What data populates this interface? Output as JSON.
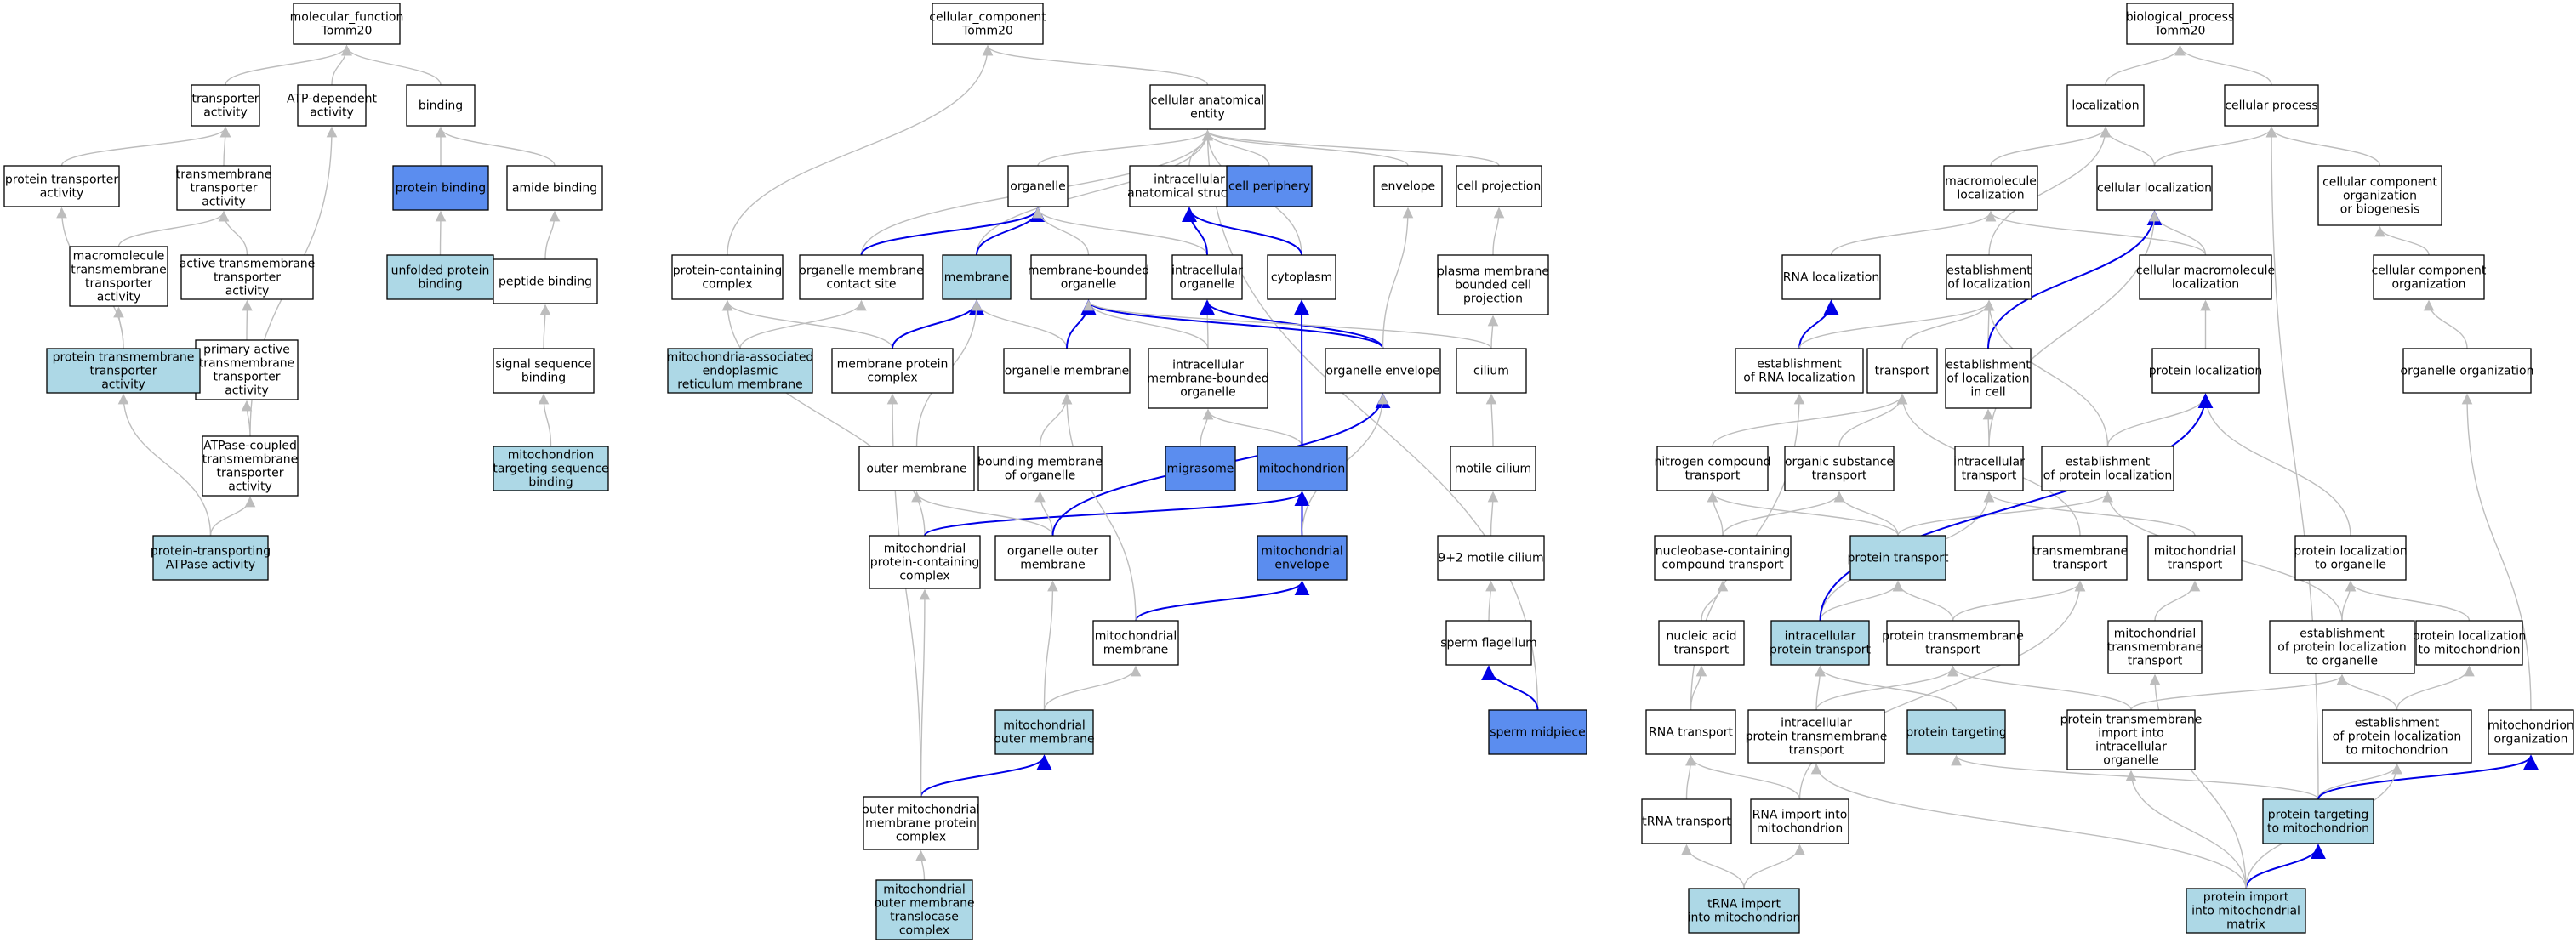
{
  "colors": {
    "default_fill": "#ffffff",
    "highlight_dark": "#5b8def",
    "highlight_light": "#add8e6",
    "edge_gray": "#bdbdbd",
    "edge_blue": "#0000e6",
    "node_border": "#000000"
  },
  "nodes": [
    {
      "id": "mf",
      "lines": [
        "molecular_function",
        "Tomm20"
      ],
      "style": "default"
    },
    {
      "id": "transporter",
      "lines": [
        "transporter",
        "activity"
      ],
      "style": "default"
    },
    {
      "id": "atpdep",
      "lines": [
        "ATP-dependent",
        "activity"
      ],
      "style": "default"
    },
    {
      "id": "binding",
      "lines": [
        "binding"
      ],
      "style": "default"
    },
    {
      "id": "prottransp",
      "lines": [
        "protein transporter",
        "activity"
      ],
      "style": "default"
    },
    {
      "id": "tmtransp",
      "lines": [
        "transmembrane",
        "transporter",
        "activity"
      ],
      "style": "default"
    },
    {
      "id": "protbinding",
      "lines": [
        "protein binding"
      ],
      "style": "dark"
    },
    {
      "id": "amidebinding",
      "lines": [
        "amide binding"
      ],
      "style": "default"
    },
    {
      "id": "macrotm",
      "lines": [
        "macromolecule",
        "transmembrane",
        "transporter",
        "activity"
      ],
      "style": "default"
    },
    {
      "id": "activetm",
      "lines": [
        "active transmembrane",
        "transporter",
        "activity"
      ],
      "style": "default"
    },
    {
      "id": "unfolded",
      "lines": [
        "unfolded protein",
        "binding"
      ],
      "style": "light"
    },
    {
      "id": "peptide",
      "lines": [
        "peptide binding"
      ],
      "style": "default"
    },
    {
      "id": "primaryactive",
      "lines": [
        "primary active",
        "transmembrane",
        "transporter",
        "activity"
      ],
      "style": "default"
    },
    {
      "id": "proteintmtransp",
      "lines": [
        "protein transmembrane",
        "transporter",
        "activity"
      ],
      "style": "light"
    },
    {
      "id": "signalseq",
      "lines": [
        "signal sequence",
        "binding"
      ],
      "style": "default"
    },
    {
      "id": "atpcoupled",
      "lines": [
        "ATPase-coupled",
        "transmembrane",
        "transporter",
        "activity"
      ],
      "style": "default"
    },
    {
      "id": "mitotarget",
      "lines": [
        "mitochondrion",
        "targeting sequence",
        "binding"
      ],
      "style": "light"
    },
    {
      "id": "prottransporting",
      "lines": [
        "protein-transporting",
        "ATPase activity"
      ],
      "style": "light"
    },
    {
      "id": "cc",
      "lines": [
        "cellular_component",
        "Tomm20"
      ],
      "style": "default"
    },
    {
      "id": "cae",
      "lines": [
        "cellular anatomical",
        "entity"
      ],
      "style": "default"
    },
    {
      "id": "organelle",
      "lines": [
        "organelle"
      ],
      "style": "default"
    },
    {
      "id": "intracellanat",
      "lines": [
        "intracellular",
        "anatomical structure"
      ],
      "style": "default"
    },
    {
      "id": "cellperiphery",
      "lines": [
        "cell periphery"
      ],
      "style": "dark"
    },
    {
      "id": "envelope",
      "lines": [
        "envelope"
      ],
      "style": "default"
    },
    {
      "id": "cellprojection",
      "lines": [
        "cell projection"
      ],
      "style": "default"
    },
    {
      "id": "proteincontaining",
      "lines": [
        "protein-containing",
        "complex"
      ],
      "style": "default"
    },
    {
      "id": "organellemcs",
      "lines": [
        "organelle membrane",
        "contact site"
      ],
      "style": "default"
    },
    {
      "id": "membrane",
      "lines": [
        "membrane"
      ],
      "style": "light"
    },
    {
      "id": "membranebounded",
      "lines": [
        "membrane-bounded",
        "organelle"
      ],
      "style": "default"
    },
    {
      "id": "intracellorg",
      "lines": [
        "intracellular",
        "organelle"
      ],
      "style": "default"
    },
    {
      "id": "cytoplasm",
      "lines": [
        "cytoplasm"
      ],
      "style": "default"
    },
    {
      "id": "plasmamembraneproj",
      "lines": [
        "plasma membrane",
        "bounded cell",
        "projection"
      ],
      "style": "default"
    },
    {
      "id": "mam",
      "lines": [
        "mitochondria-associated",
        "endoplasmic",
        "reticulum membrane"
      ],
      "style": "light"
    },
    {
      "id": "membraneprotcomplex",
      "lines": [
        "membrane protein",
        "complex"
      ],
      "style": "default"
    },
    {
      "id": "organellemembrane",
      "lines": [
        "organelle membrane"
      ],
      "style": "default"
    },
    {
      "id": "intracellmbo",
      "lines": [
        "intracellular",
        "membrane-bounded",
        "organelle"
      ],
      "style": "default"
    },
    {
      "id": "organelleenvelope",
      "lines": [
        "organelle envelope"
      ],
      "style": "default"
    },
    {
      "id": "cilium",
      "lines": [
        "cilium"
      ],
      "style": "default"
    },
    {
      "id": "outermembrane",
      "lines": [
        "outer membrane"
      ],
      "style": "default"
    },
    {
      "id": "boundingmembrane",
      "lines": [
        "bounding membrane",
        "of organelle"
      ],
      "style": "default"
    },
    {
      "id": "migrasome",
      "lines": [
        "migrasome"
      ],
      "style": "dark"
    },
    {
      "id": "mitochondrion",
      "lines": [
        "mitochondrion"
      ],
      "style": "dark"
    },
    {
      "id": "motilecilium",
      "lines": [
        "motile cilium"
      ],
      "style": "default"
    },
    {
      "id": "mitoprotcomplex",
      "lines": [
        "mitochondrial",
        "protein-containing",
        "complex"
      ],
      "style": "default"
    },
    {
      "id": "organelleouter",
      "lines": [
        "organelle outer",
        "membrane"
      ],
      "style": "default"
    },
    {
      "id": "mitoenvelope",
      "lines": [
        "mitochondrial",
        "envelope"
      ],
      "style": "dark"
    },
    {
      "id": "ninetwo",
      "lines": [
        "9+2 motile cilium"
      ],
      "style": "default"
    },
    {
      "id": "mitomembrane",
      "lines": [
        "mitochondrial",
        "membrane"
      ],
      "style": "default"
    },
    {
      "id": "spermflagellum",
      "lines": [
        "sperm flagellum"
      ],
      "style": "default"
    },
    {
      "id": "mitoouter",
      "lines": [
        "mitochondrial",
        "outer membrane"
      ],
      "style": "light"
    },
    {
      "id": "spermmidpiece",
      "lines": [
        "sperm midpiece"
      ],
      "style": "dark"
    },
    {
      "id": "outermitocomplex",
      "lines": [
        "outer mitochondrial",
        "membrane protein",
        "complex"
      ],
      "style": "default"
    },
    {
      "id": "tom",
      "lines": [
        "mitochondrial",
        "outer membrane",
        "translocase",
        "complex"
      ],
      "style": "light"
    },
    {
      "id": "bp",
      "lines": [
        "biological_process",
        "Tomm20"
      ],
      "style": "default"
    },
    {
      "id": "localization",
      "lines": [
        "localization"
      ],
      "style": "default"
    },
    {
      "id": "cellularprocess",
      "lines": [
        "cellular process"
      ],
      "style": "default"
    },
    {
      "id": "macroloc",
      "lines": [
        "macromolecule",
        "localization"
      ],
      "style": "default"
    },
    {
      "id": "cellloc",
      "lines": [
        "cellular localization"
      ],
      "style": "default"
    },
    {
      "id": "ccorgbio",
      "lines": [
        "cellular component",
        "organization",
        "or biogenesis"
      ],
      "style": "default"
    },
    {
      "id": "rnaloc",
      "lines": [
        "RNA localization"
      ],
      "style": "default"
    },
    {
      "id": "estloc",
      "lines": [
        "establishment",
        "of localization"
      ],
      "style": "default"
    },
    {
      "id": "cellmacroloc",
      "lines": [
        "cellular macromolecule",
        "localization"
      ],
      "style": "default"
    },
    {
      "id": "ccorg",
      "lines": [
        "cellular component",
        "organization"
      ],
      "style": "default"
    },
    {
      "id": "estrnaloc",
      "lines": [
        "establishment",
        "of RNA localization"
      ],
      "style": "default"
    },
    {
      "id": "transport",
      "lines": [
        "transport"
      ],
      "style": "default"
    },
    {
      "id": "estlocincell",
      "lines": [
        "establishment",
        "of localization",
        "in cell"
      ],
      "style": "default"
    },
    {
      "id": "protloc",
      "lines": [
        "protein localization"
      ],
      "style": "default"
    },
    {
      "id": "organelleorg",
      "lines": [
        "organelle organization"
      ],
      "style": "default"
    },
    {
      "id": "nitrogentransport",
      "lines": [
        "nitrogen compound",
        "transport"
      ],
      "style": "default"
    },
    {
      "id": "organictransport",
      "lines": [
        "organic substance",
        "transport"
      ],
      "style": "default"
    },
    {
      "id": "intracelltransport",
      "lines": [
        "intracellular",
        "transport"
      ],
      "style": "default"
    },
    {
      "id": "estprotloc",
      "lines": [
        "establishment",
        "of protein localization"
      ],
      "style": "default"
    },
    {
      "id": "nucleobase",
      "lines": [
        "nucleobase-containing",
        "compound transport"
      ],
      "style": "default"
    },
    {
      "id": "proteintransport",
      "lines": [
        "protein transport"
      ],
      "style": "light"
    },
    {
      "id": "tmtransport",
      "lines": [
        "transmembrane",
        "transport"
      ],
      "style": "default"
    },
    {
      "id": "mitotransport",
      "lines": [
        "mitochondrial",
        "transport"
      ],
      "style": "default"
    },
    {
      "id": "protloctoorg",
      "lines": [
        "protein localization",
        "to organelle"
      ],
      "style": "default"
    },
    {
      "id": "nucleicacid",
      "lines": [
        "nucleic acid",
        "transport"
      ],
      "style": "default"
    },
    {
      "id": "intracellprottransport",
      "lines": [
        "intracellular",
        "protein transport"
      ],
      "style": "light"
    },
    {
      "id": "prottmtransport",
      "lines": [
        "protein transmembrane",
        "transport"
      ],
      "style": "default"
    },
    {
      "id": "mitotmtransport",
      "lines": [
        "mitochondrial",
        "transmembrane",
        "transport"
      ],
      "style": "default"
    },
    {
      "id": "estprotloctoorg",
      "lines": [
        "establishment",
        "of protein localization",
        "to organelle"
      ],
      "style": "default"
    },
    {
      "id": "protloctomito",
      "lines": [
        "protein localization",
        "to mitochondrion"
      ],
      "style": "default"
    },
    {
      "id": "rnatransport",
      "lines": [
        "RNA transport"
      ],
      "style": "default"
    },
    {
      "id": "intracellprottm",
      "lines": [
        "intracellular",
        "protein transmembrane",
        "transport"
      ],
      "style": "default"
    },
    {
      "id": "proteintargeting",
      "lines": [
        "protein targeting"
      ],
      "style": "light"
    },
    {
      "id": "prottmimport",
      "lines": [
        "protein transmembrane",
        "import into",
        "intracellular",
        "organelle"
      ],
      "style": "default"
    },
    {
      "id": "estprotloctomito",
      "lines": [
        "establishment",
        "of protein localization",
        "to mitochondrion"
      ],
      "style": "default"
    },
    {
      "id": "mitoorg",
      "lines": [
        "mitochondrion",
        "organization"
      ],
      "style": "default"
    },
    {
      "id": "trnatransport",
      "lines": [
        "tRNA transport"
      ],
      "style": "default"
    },
    {
      "id": "rnaimport",
      "lines": [
        "RNA import into",
        "mitochondrion"
      ],
      "style": "default"
    },
    {
      "id": "prottargetingmito",
      "lines": [
        "protein targeting",
        "to mitochondrion"
      ],
      "style": "light"
    },
    {
      "id": "trnaimport",
      "lines": [
        "tRNA import",
        "into mitochondrion"
      ],
      "style": "light"
    },
    {
      "id": "protimportmatrix",
      "lines": [
        "protein import",
        "into mitochondrial",
        "matrix"
      ],
      "style": "light"
    }
  ]
}
